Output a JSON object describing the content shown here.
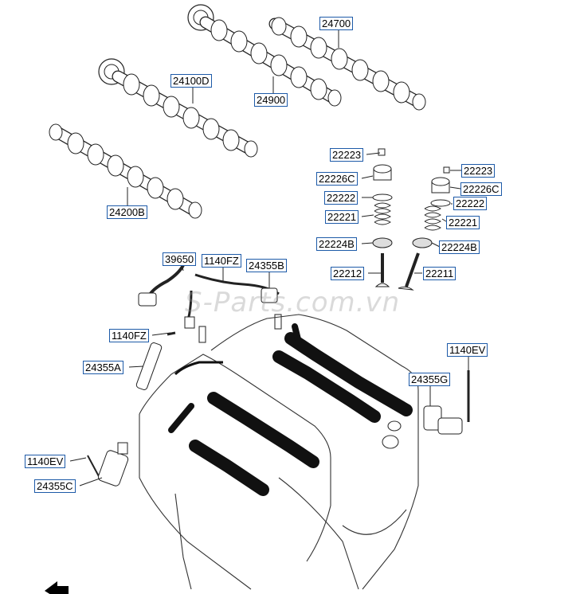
{
  "watermark": "S-Parts.com.vn",
  "callouts": [
    {
      "id": "24700",
      "label": "24700"
    },
    {
      "id": "24100D",
      "label": "24100D"
    },
    {
      "id": "24900",
      "label": "24900"
    },
    {
      "id": "24200B",
      "label": "24200B"
    },
    {
      "id": "22223-left",
      "label": "22223"
    },
    {
      "id": "22226C-left",
      "label": "22226C"
    },
    {
      "id": "22222-left",
      "label": "22222"
    },
    {
      "id": "22221-left",
      "label": "22221"
    },
    {
      "id": "22224B-left",
      "label": "22224B"
    },
    {
      "id": "22212",
      "label": "22212"
    },
    {
      "id": "22223-right",
      "label": "22223"
    },
    {
      "id": "22226C-right",
      "label": "22226C"
    },
    {
      "id": "22222-right",
      "label": "22222"
    },
    {
      "id": "22221-right",
      "label": "22221"
    },
    {
      "id": "22224B-right",
      "label": "22224B"
    },
    {
      "id": "22211",
      "label": "22211"
    },
    {
      "id": "39650",
      "label": "39650"
    },
    {
      "id": "1140FZ-top",
      "label": "1140FZ"
    },
    {
      "id": "24355B",
      "label": "24355B"
    },
    {
      "id": "1140FZ-left",
      "label": "1140FZ"
    },
    {
      "id": "24355A",
      "label": "24355A"
    },
    {
      "id": "1140EV-right",
      "label": "1140EV"
    },
    {
      "id": "24355G",
      "label": "24355G"
    },
    {
      "id": "1140EV-left",
      "label": "1140EV"
    },
    {
      "id": "24355C",
      "label": "24355C"
    }
  ]
}
